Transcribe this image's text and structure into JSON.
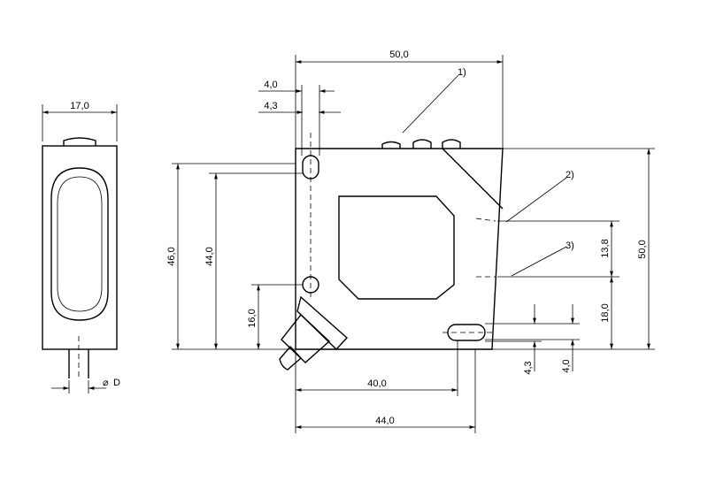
{
  "dimensions": {
    "side_width": "17,0",
    "cable_diameter": "D",
    "total_width": "50,0",
    "hole_offset_a": "4,0",
    "hole_offset_b": "4,3",
    "height_left": "46,0",
    "hole_pitch_vertical": "44,0",
    "lens_height": "16,0",
    "hole_pitch_horizontal": "40,0",
    "bottom_width": "44,0",
    "right_height": "50,0",
    "beam_spacing": "13,8",
    "beam_height": "18,0",
    "hole_offset_c": "4,3",
    "hole_offset_d": "4,0"
  },
  "callouts": [
    "1)",
    "2)",
    "3)"
  ],
  "symbols": {
    "diameter": "⌀"
  }
}
